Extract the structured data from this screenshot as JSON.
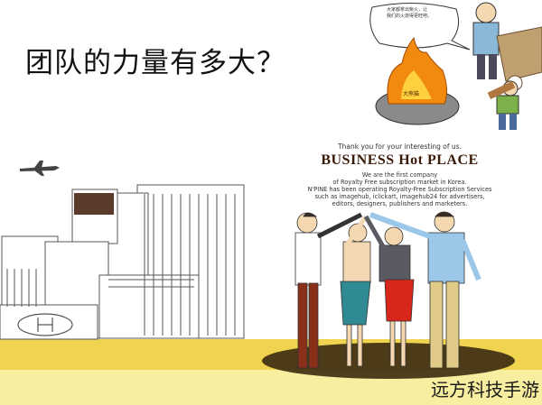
{
  "slide": {
    "title": "团队的力量有多大？"
  },
  "cartoon": {
    "speech_line_1": "大家都拿出柴火，让",
    "speech_line_2": "我们的火烧得更旺吧。",
    "fire_label": "大熊猫"
  },
  "ad": {
    "thanks": "Thank you for your interesting of us.",
    "headline": "BUSINESS Hot PLACE",
    "lines": [
      "We are the first company",
      "of Royalty Free subscription market in Korea.",
      "N'PINE has been operating Royalty-Free Subscription Services",
      "such as imagehub, iclickart, imagehub24 for advertisers,",
      "editors, designers, publishers and marketers."
    ]
  },
  "watermark": {
    "text": "远方科技手游"
  },
  "colors": {
    "ground_yellow": "#f0d450",
    "ground_light": "#f8eea0",
    "building_line": "#555555",
    "shirt_blue": "#9bc7e8",
    "skirt_red": "#d8261a",
    "skirt_teal": "#2f8a94",
    "trousers_brown": "#8a3018",
    "trousers_khaki": "#e0cc88",
    "fire_orange": "#f28a10"
  }
}
